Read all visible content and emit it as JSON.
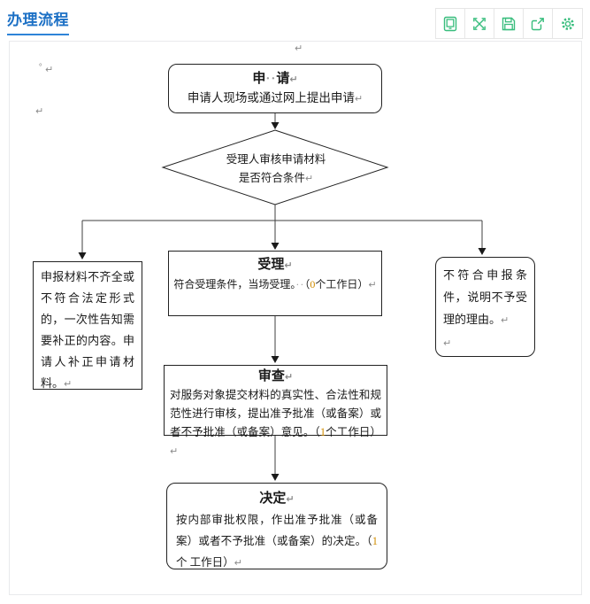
{
  "header": {
    "title": "办理流程"
  },
  "toolbar": {
    "items": [
      {
        "icon": "mobile-preview-icon"
      },
      {
        "icon": "fullscreen-icon"
      },
      {
        "icon": "save-icon"
      },
      {
        "icon": "share-icon"
      },
      {
        "icon": "settings-gear-icon"
      }
    ]
  },
  "colors": {
    "accent_blue": "#1c70c5",
    "icon_green": "#38bd7d",
    "workday_orange": "#d18c00",
    "line_black": "#3f3f3f"
  },
  "marks": {
    "bullet": "°",
    "ret": "↵"
  },
  "flowchart": {
    "apply": {
      "title1": "申",
      "space_dots": "··",
      "title2": "请",
      "ret1": "↵",
      "body": "申请人现场或通过网上提出申请",
      "ret2": "↵"
    },
    "decision": {
      "text": "受理人审核申请材料是否符合条件",
      "ret": "↵"
    },
    "supplement": {
      "text": "申报材料不齐全或不符合法定形式的，一次性告知需要补正的内容。申请人补正申请材料。",
      "ret": "↵"
    },
    "accept": {
      "title": "受理",
      "ret1": "↵",
      "body1": "符合受理条件，当场受理。",
      "space_dots": "··",
      "body2": "（",
      "days": "0",
      "body3": "个工作日）",
      "ret2": "↵"
    },
    "reject": {
      "text": "不符合申报条件，说明不予受理的理由。",
      "ret1": "↵",
      "ret2": "↵"
    },
    "review": {
      "title": "审查",
      "ret1": "↵",
      "body1": "对服务对象提交材料的真实性、合法性和规范性进行审核，提出准予批准（或备案）或者不予批准（或备案）意见。（",
      "days": "1",
      "body2": "个工作日）",
      "ret2": "↵"
    },
    "decide": {
      "title": "决定",
      "ret1": "↵",
      "body1": "按内部审批权限，作出准予批准（或备案）或者不予批准（或备案）的决定。（",
      "days": "1",
      "body2": "个 工作日）",
      "ret2": "↵"
    }
  }
}
